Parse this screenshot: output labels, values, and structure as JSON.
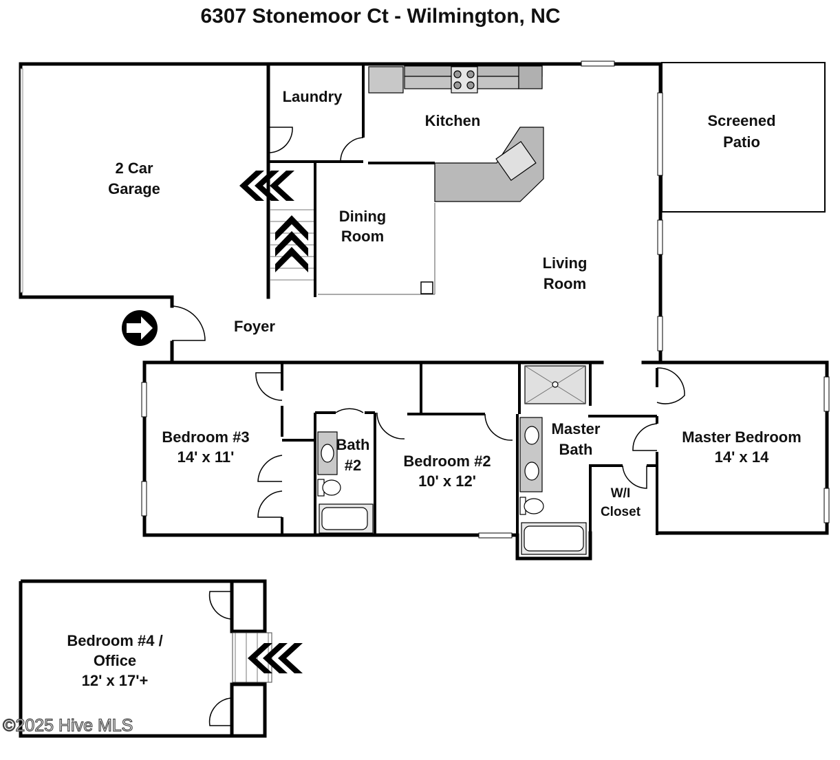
{
  "title": "6307 Stonemoor Ct - Wilmington, NC",
  "watermark": "©2025 Hive MLS",
  "rooms": {
    "garage": [
      "2 Car",
      "Garage"
    ],
    "laundry": "Laundry",
    "kitchen": "Kitchen",
    "patio": [
      "Screened",
      "Patio"
    ],
    "dining": [
      "Dining",
      "Room"
    ],
    "living": [
      "Living",
      "Room"
    ],
    "foyer": "Foyer",
    "bedroom3": [
      "Bedroom #3",
      "14' x 11'"
    ],
    "bath2": [
      "Bath",
      "#2"
    ],
    "bedroom2": [
      "Bedroom #2",
      "10' x 12'"
    ],
    "master_bath": [
      "Master",
      "Bath"
    ],
    "walk_in_closet": [
      "W/I",
      "Closet"
    ],
    "master_bedroom": [
      "Master Bedroom",
      "14' x 14"
    ],
    "bedroom4": [
      "Bedroom #4 /",
      "Office",
      "12' x 17'+"
    ]
  },
  "colors": {
    "wall": "#000000",
    "fixture": "#bdbdbd",
    "counter": "#b9b9b9"
  },
  "icons": [
    "entry-arrow-icon",
    "stairs-arrow-icon"
  ]
}
